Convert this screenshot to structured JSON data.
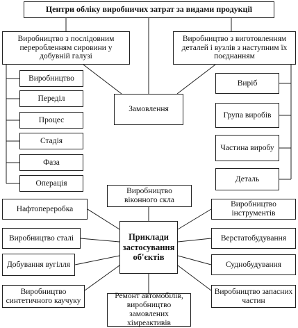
{
  "title": "Центри обліку виробничих затрат за видами продукції",
  "left_group": {
    "header": "Виробництво з послідовним переробленням сировини у добувній галузі",
    "items": [
      "Виробництво",
      "Переділ",
      "Процес",
      "Стадія",
      "Фаза",
      "Операція"
    ]
  },
  "right_group": {
    "header": "Виробництво з виготовленням деталей і вузлів з наступним їх поєднанням",
    "items": [
      "Виріб",
      "Група виробів",
      "Частина виробу",
      "Деталь"
    ]
  },
  "order_box": "Замовлення",
  "examples": {
    "center": "Приклади застосування об'єктів",
    "items": {
      "top": "Виробництво віконного скла",
      "left_1": "Нафтопереробка",
      "left_2": "Виробництво сталі",
      "left_3": "Добування вугілля",
      "left_4": "Виробництво синтетичного каучуку",
      "bottom": "Ремонт автомобілів, виробництво замовлених хімреактивів",
      "right_1": "Виробництво інструментів",
      "right_2": "Верстатобудування",
      "right_3": "Суднобудування",
      "right_4": "Виробництво запасних частин"
    }
  }
}
